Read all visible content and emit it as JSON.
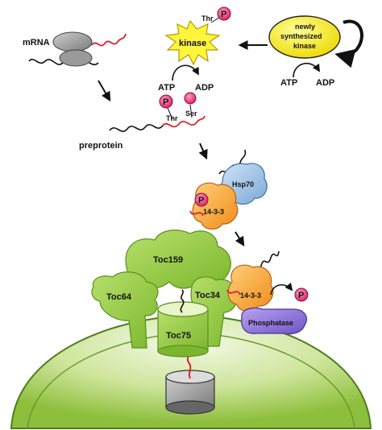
{
  "labels": {
    "mrna": "mRNA",
    "kinase": "kinase",
    "thr_kinase": "Thr",
    "atp_left": "ATP",
    "adp_left": "ADP",
    "newly_line1": "newly",
    "newly_line2": "synthesized",
    "newly_line3": "kinase",
    "atp_right": "ATP",
    "adp_right": "ADP",
    "thr_pre": "Thr",
    "ser_pre": "Ser",
    "preprotein": "preprotein",
    "hsp70": "Hsp70",
    "p1433_upper": "14-3-3",
    "p1433_lower": "14-3-3",
    "toc159": "Toc159",
    "toc64": "Toc64",
    "toc34": "Toc34",
    "toc75": "Toc75",
    "phosphatase": "Phosphatase",
    "p": "P"
  },
  "colors": {
    "toc_green": "#8cc63f",
    "toc_green_dark": "#5a8f1e",
    "chloroplast_green": "#a7cf5f",
    "chloroplast_light": "#e9f3d6",
    "fourteen_orange": "#f5a623",
    "hsp70_blue": "#8eb8e0",
    "phosphatase_purple": "#8a6fd1",
    "phospho_pink": "#e8417a",
    "kinase_yellow": "#fff53c",
    "newly_kinase_yellow": "#f3ef2a",
    "peptide_red": "#e0202a",
    "ribosome_gray": "#8c8c8c",
    "pore_gray": "#555555"
  }
}
